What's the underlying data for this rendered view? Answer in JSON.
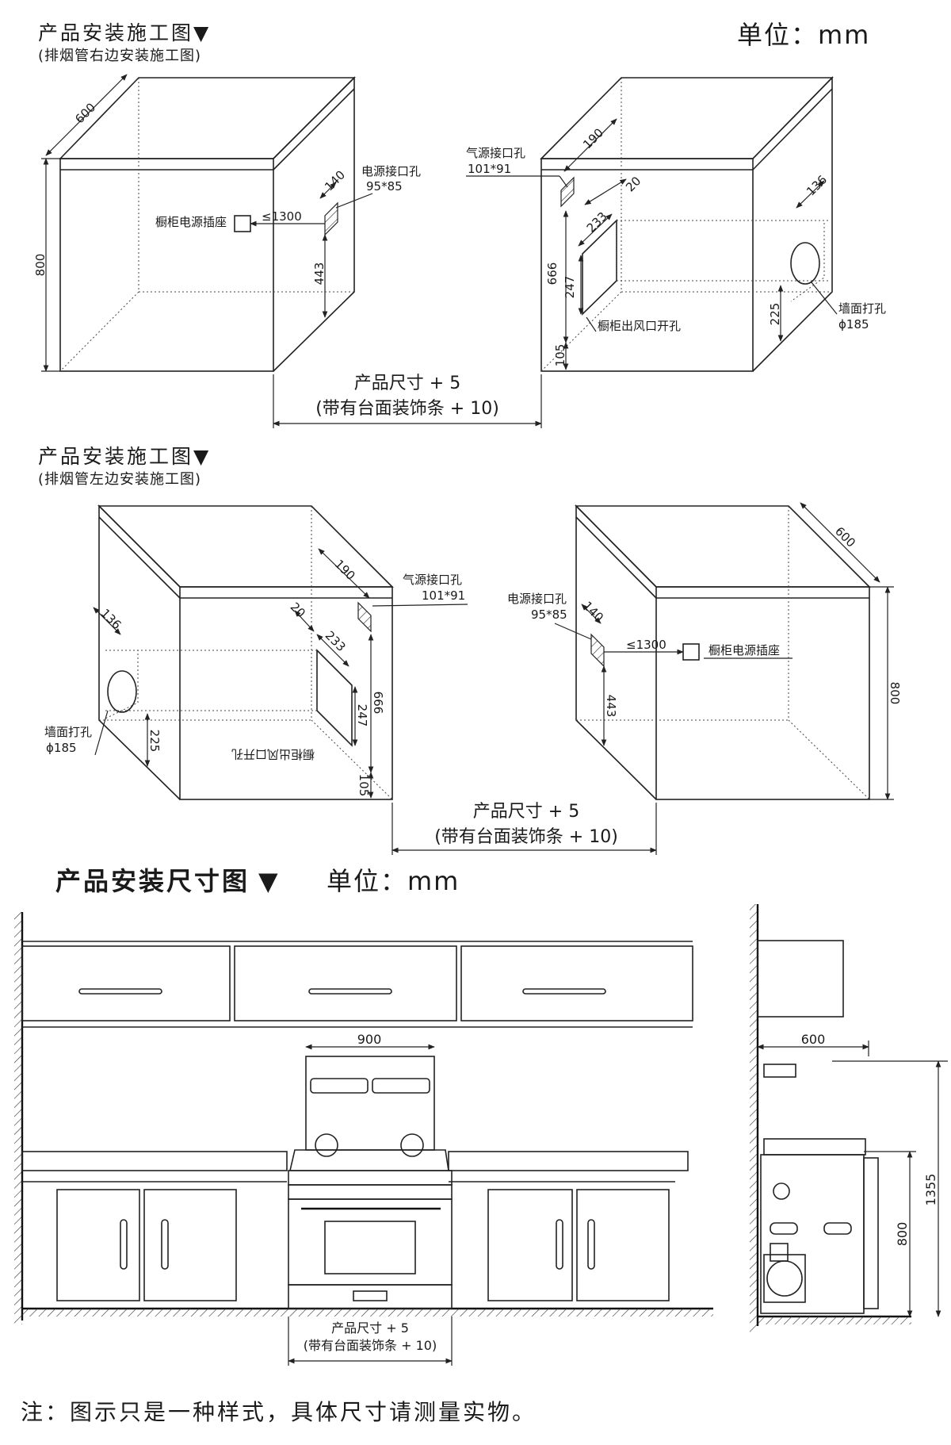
{
  "section1": {
    "title": "产品安装施工图▼",
    "subtitle": "(排烟管右边安装施工图)",
    "unit": "单位：mm",
    "left_box": {
      "depth": "600",
      "height": "800",
      "socket_label": "橱柜电源插座",
      "socket_distance": "≤1300",
      "power_hole_label": "电源接口孔",
      "power_hole_size": "95*85",
      "power_hole_offset": "140",
      "power_hole_height": "443"
    },
    "right_box": {
      "gas_label": "气源接口孔",
      "gas_size": "101*91",
      "gas_offset": "190",
      "vent_offset": "20",
      "vent_width": "233",
      "vent_top": "666",
      "vent_height": "247",
      "vent_bottom": "105",
      "vent_label": "橱柜出风口开孔",
      "wall_offset": "136",
      "wall_height": "225",
      "wall_label": "墙面打孔",
      "wall_dia": "ϕ185"
    },
    "dim_line1": "产品尺寸 + 5",
    "dim_line2": "(带有台面装饰条 + 10)"
  },
  "section2": {
    "title": "产品安装施工图▼",
    "subtitle": "(排烟管左边安装施工图)",
    "left_box": {
      "gas_offset": "190",
      "gas_label": "气源接口孔",
      "gas_size": "101*91",
      "vent_offset": "20",
      "vent_width": "233",
      "vent_top": "666",
      "vent_height": "247",
      "vent_bottom": "105",
      "vent_label": "橱柜出风口开孔",
      "wall_offset": "136",
      "wall_height": "225",
      "wall_label": "墙面打孔",
      "wall_dia": "ϕ185"
    },
    "right_box": {
      "depth": "600",
      "height": "800",
      "power_hole_label": "电源接口孔",
      "power_hole_size": "95*85",
      "power_hole_offset": "140",
      "socket_distance": "≤1300",
      "socket_label": "橱柜电源插座",
      "power_hole_height": "443"
    },
    "dim_line1": "产品尺寸 + 5",
    "dim_line2": "(带有台面装饰条 + 10)"
  },
  "section3": {
    "title": "产品安装尺寸图",
    "title_arrow": "▼",
    "unit": "单位：mm",
    "width": "900",
    "dim_line1": "产品尺寸 + 5",
    "dim_line2": "(带有台面装饰条 + 10)",
    "side_depth": "600",
    "side_total": "1355",
    "side_counter": "800"
  },
  "note": "注：图示只是一种样式，具体尺寸请测量实物。"
}
